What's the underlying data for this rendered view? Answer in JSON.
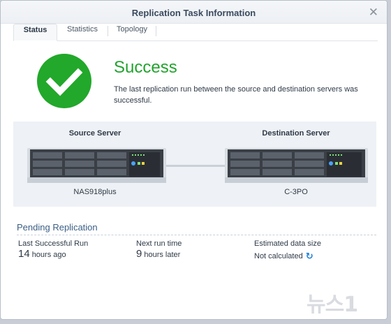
{
  "window": {
    "title": "Replication Task Information",
    "close_glyph": "✕"
  },
  "tabs": [
    {
      "label": "Status",
      "active": true
    },
    {
      "label": "Statistics",
      "active": false
    },
    {
      "label": "Topology",
      "active": false
    }
  ],
  "status": {
    "icon": "checkmark-icon",
    "color": "#22a82a",
    "title": "Success",
    "description": "The last replication run between the source and destination servers was successful."
  },
  "topology": {
    "source": {
      "title": "Source Server",
      "name": "NAS918plus"
    },
    "destination": {
      "title": "Destination Server",
      "name": "C-3PO"
    }
  },
  "pending": {
    "title": "Pending Replication",
    "last_run": {
      "label": "Last Successful Run",
      "number": "14",
      "unit": "hours ago"
    },
    "next_run": {
      "label": "Next run time",
      "number": "9",
      "unit": "hours later"
    },
    "data_size": {
      "label": "Estimated data size",
      "value": "Not calculated",
      "icon": "refresh-icon"
    }
  },
  "watermark": {
    "text": "뉴스1"
  }
}
